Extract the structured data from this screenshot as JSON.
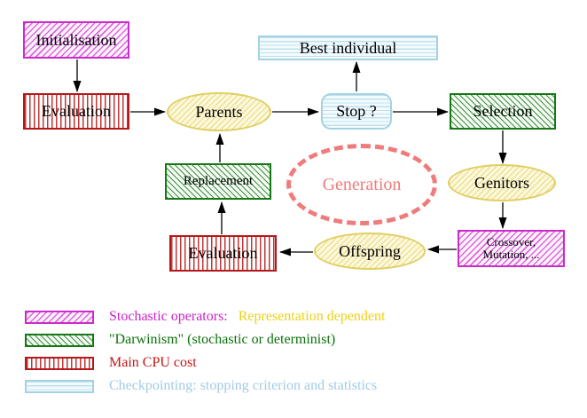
{
  "diagram": {
    "nodes": {
      "initialisation": {
        "label": "Initialisation",
        "style": "magenta-diagonal-hatch"
      },
      "evaluation_top": {
        "label": "Evaluation",
        "style": "red-vertical-stripes"
      },
      "best_individual": {
        "label": "Best individual",
        "style": "cyan-horizontal-stripes"
      },
      "parents": {
        "label": "Parents",
        "style": "yellow-diagonal-hatch-ellipse"
      },
      "stop": {
        "label": "Stop ?",
        "style": "cyan-horizontal-stripes-rounded"
      },
      "selection": {
        "label": "Selection",
        "style": "green-diagonal-hatch"
      },
      "replacement": {
        "label": "Replacement",
        "style": "green-diagonal-hatch"
      },
      "generation": {
        "label": "Generation",
        "style": "salmon-dashed-ellipse"
      },
      "genitors": {
        "label": "Genitors",
        "style": "yellow-diagonal-hatch-ellipse"
      },
      "evaluation_bottom": {
        "label": "Evaluation",
        "style": "red-vertical-stripes"
      },
      "offspring": {
        "label": "Offspring",
        "style": "yellow-diagonal-hatch-ellipse"
      },
      "crossover": {
        "line1": "Crossover,",
        "line2": "Mutation, ...",
        "style": "magenta-diagonal-hatch"
      }
    },
    "flow": [
      "Initialisation -> Evaluation",
      "Evaluation -> Parents",
      "Parents -> Stop ?",
      "Stop ? -> Best individual",
      "Stop ? -> Selection",
      "Selection -> Genitors",
      "Genitors -> Crossover, Mutation, ...",
      "Crossover, Mutation, ... -> Offspring",
      "Offspring -> Evaluation",
      "Evaluation -> Replacement",
      "Replacement -> Parents"
    ]
  },
  "legend": {
    "items": [
      {
        "swatch": "magenta-diagonal-hatch",
        "label": "Stochastic operators:",
        "label_suffix": "Representation dependent"
      },
      {
        "swatch": "green-diagonal-hatch",
        "label": "\"Darwinism\" (stochastic or determinist)"
      },
      {
        "swatch": "red-vertical-stripes",
        "label": "Main CPU cost"
      },
      {
        "swatch": "cyan-horizontal-stripes",
        "label": "Checkpointing: stopping criterion and statistics"
      }
    ]
  },
  "colors": {
    "magenta": "#cc2bcc",
    "red": "#b51818",
    "green": "#157815",
    "cyan_border": "#a5d2e2",
    "yellow_border": "#e0cf63",
    "salmon": "#ef7b7b",
    "gold_text": "#edd112",
    "cyan_text": "#a0cce6",
    "arrow": "#000000"
  }
}
